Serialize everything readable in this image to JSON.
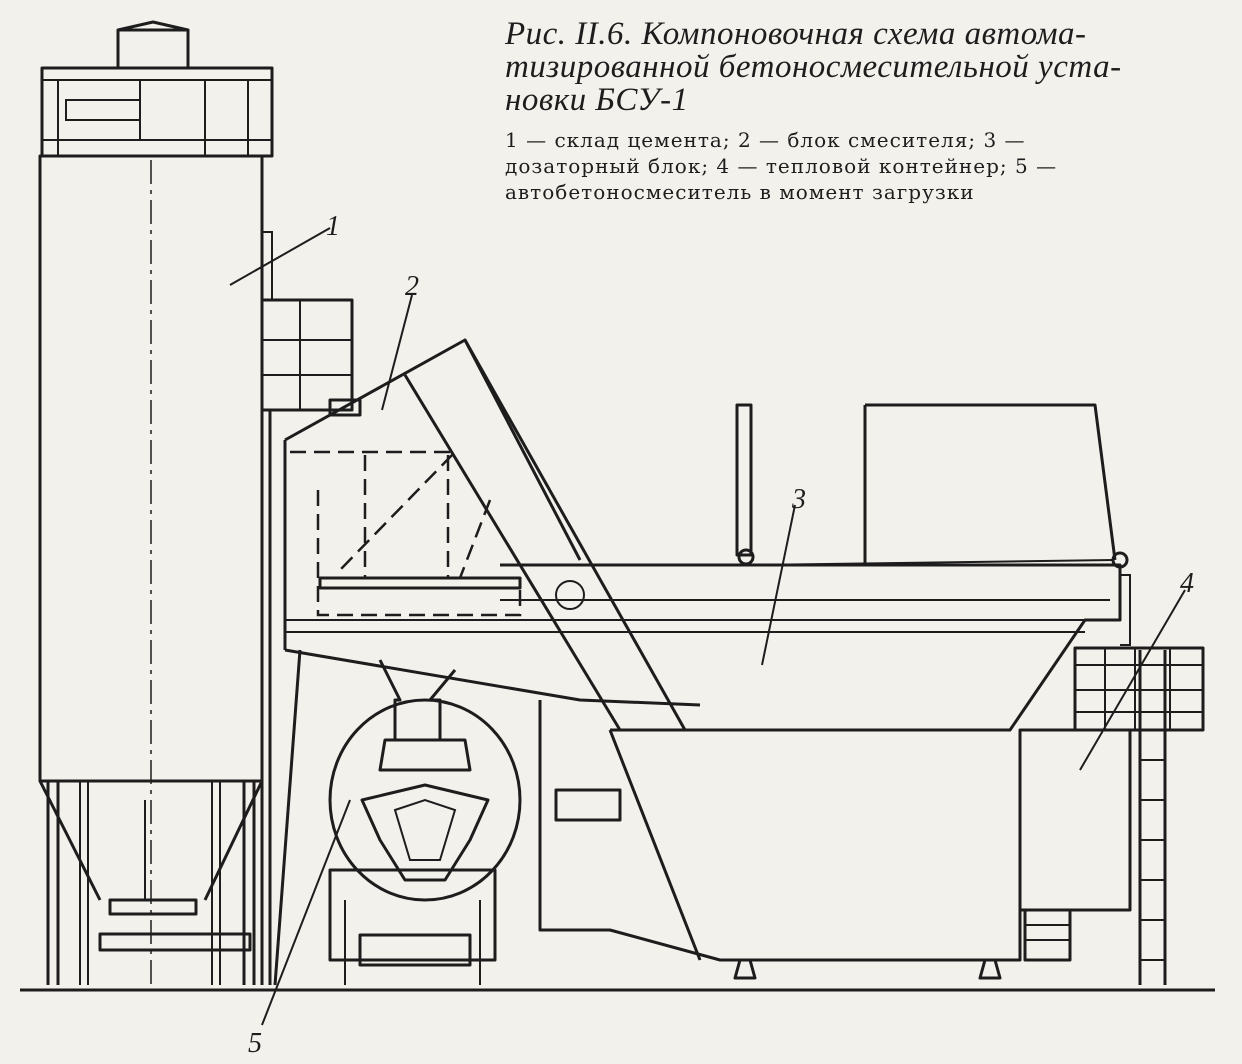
{
  "caption": {
    "title": "Рис. II.6. Компоновочная схема автома-\nтизированной бетоносмесительной уста-\nновки БСУ-1",
    "legend": "1 — склад цемента; 2 — блок смесителя; 3 —\nдозаторный блок; 4 — тепловой контейнер; 5 —\nавтобетоносмеситель в момент загрузки"
  },
  "labels": {
    "l1": "1",
    "l2": "2",
    "l3": "3",
    "l4": "4",
    "l5": "5"
  }
}
